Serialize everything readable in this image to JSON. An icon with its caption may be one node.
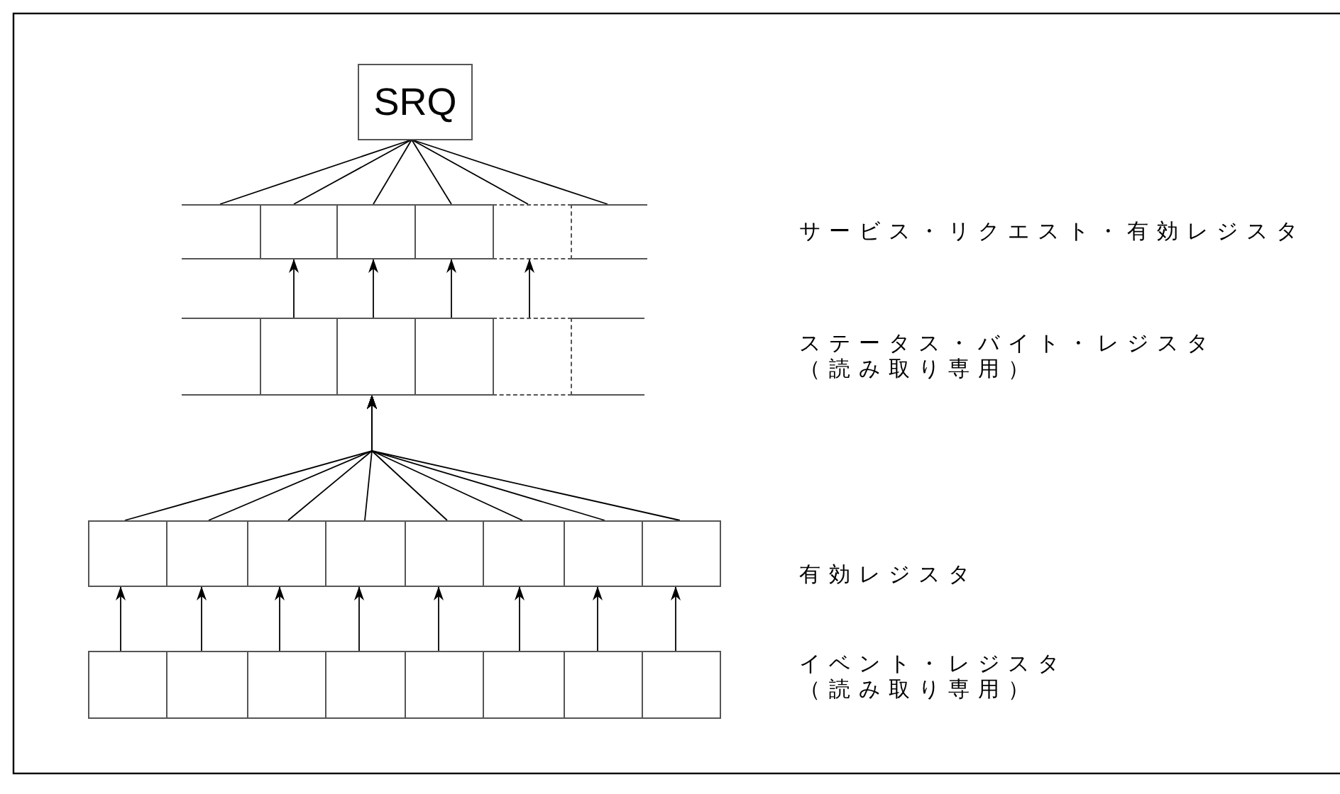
{
  "diagram": {
    "nodes": [
      {
        "text": [
          "SRQ"
        ]
      },
      {
        "text": [],
        "shape": "box"
      },
      {
        "text": [],
        "shape": "box"
      },
      {
        "text": [],
        "shape": "box"
      },
      {
        "text": [],
        "shape": "box"
      },
      {
        "text": [],
        "shape": "box"
      },
      {
        "text": [],
        "shape": "box"
      },
      {
        "text": [],
        "shape": "box"
      },
      {
        "text": [],
        "shape": "box"
      },
      {
        "text": [],
        "shape": "box"
      },
      {
        "text": [],
        "shape": "box"
      },
      {
        "text": [],
        "shape": "box"
      },
      {
        "text": [],
        "shape": "box"
      },
      {
        "text": [],
        "shape": "box"
      },
      {
        "text": [],
        "shape": "box"
      },
      {
        "text": [],
        "shape": "box"
      },
      {
        "text": [],
        "shape": "box"
      },
      {
        "text": [],
        "shape": "box"
      },
      {
        "text": [],
        "shape": "box"
      },
      {
        "text": [],
        "shape": "box"
      },
      {
        "text": [],
        "shape": "box"
      },
      {
        "text": [],
        "shape": "box"
      },
      {
        "text": [],
        "shape": "box"
      },
      {
        "text": [],
        "shape": "box"
      },
      {
        "text": [],
        "shape": "box"
      },
      {
        "text": [],
        "shape": "box"
      },
      {
        "text": [],
        "shape": "box"
      },
      {
        "text": [],
        "shape": "box"
      },
      {
        "text": [],
        "shape": "box"
      }
    ],
    "edges": [
      {
        "from": 1,
        "to": 0,
        "arrow": "none"
      },
      {
        "from": 2,
        "to": 0,
        "arrow": "none"
      },
      {
        "from": 3,
        "to": 0,
        "arrow": "none"
      },
      {
        "from": 4,
        "to": 0,
        "arrow": "none"
      },
      {
        "from": 5,
        "to": 0,
        "arrow": "none"
      },
      {
        "from": 6,
        "to": 0,
        "arrow": "none"
      },
      {
        "from": 8,
        "to": 2,
        "arrow": "to"
      },
      {
        "from": 9,
        "to": 3,
        "arrow": "to"
      },
      {
        "from": 10,
        "to": 4,
        "arrow": "to"
      },
      {
        "from": 11,
        "to": 5,
        "arrow": "to"
      },
      {
        "from": 13,
        "to": 9,
        "arrow": "to"
      },
      {
        "from": 14,
        "to": 9,
        "arrow": "to"
      },
      {
        "from": 15,
        "to": 9,
        "arrow": "to"
      },
      {
        "from": 16,
        "to": 9,
        "arrow": "to"
      },
      {
        "from": 17,
        "to": 9,
        "arrow": "to"
      },
      {
        "from": 18,
        "to": 9,
        "arrow": "to"
      },
      {
        "from": 19,
        "to": 9,
        "arrow": "to"
      },
      {
        "from": 20,
        "to": 9,
        "arrow": "to"
      },
      {
        "from": 21,
        "to": 13,
        "arrow": "to"
      },
      {
        "from": 22,
        "to": 14,
        "arrow": "to"
      },
      {
        "from": 23,
        "to": 15,
        "arrow": "to"
      },
      {
        "from": 24,
        "to": 16,
        "arrow": "to"
      },
      {
        "from": 25,
        "to": 17,
        "arrow": "to"
      },
      {
        "from": 26,
        "to": 18,
        "arrow": "to"
      },
      {
        "from": 27,
        "to": 19,
        "arrow": "to"
      },
      {
        "from": 28,
        "to": 20,
        "arrow": "to"
      }
    ],
    "labels": [
      "サービス・リクエスト・有効レジスタ",
      "ステータス・バイト・レジスタ（読み取り専用）",
      "有効レジスタ",
      "イベント・レジスタ（読み取り専用）"
    ]
  }
}
